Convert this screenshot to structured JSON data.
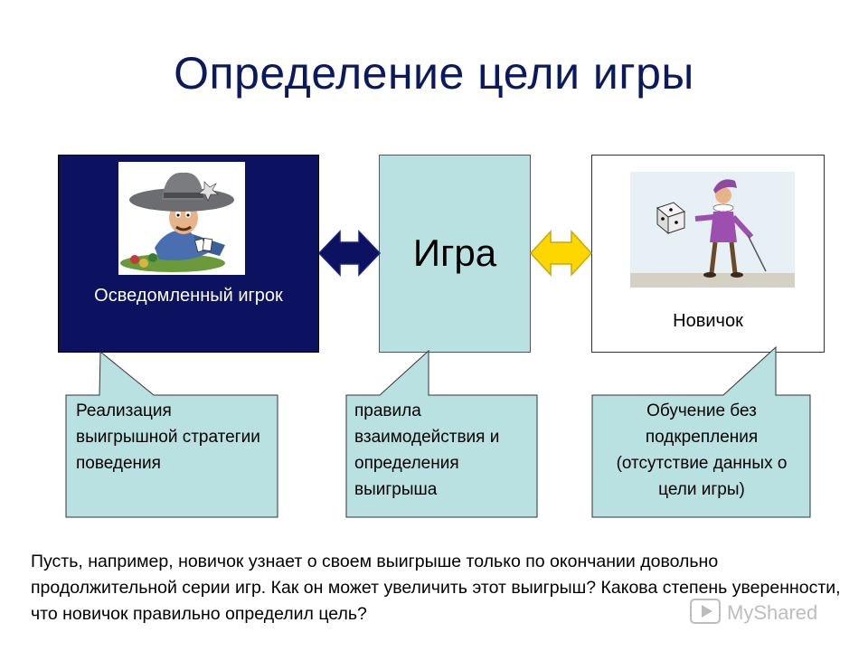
{
  "slide": {
    "title": "Определение цели игры"
  },
  "boxes": {
    "informed_player": "Осведомленный игрок",
    "game": "Игра",
    "novice": "Новичок"
  },
  "callouts": {
    "left": "Реализация выигрышной стратегии поведения",
    "middle": "правила взаимодействия и определения выигрыша",
    "right": "Обучение без подкрепления (отсутствие данных о цели игры)"
  },
  "footer": {
    "text": "Пусть, например, новичок узнает о своем выигрыше только по окончании довольно продолжительной серии игр. Как он может увеличить этот выигрыш? Какова степень уверенности, что новичок правильно определил цель?"
  },
  "colors": {
    "title": "#0b1a5e",
    "informed_box": "#0c1160",
    "game_box": "#b9e1e1",
    "left_arrow": "#0c1160",
    "right_arrow": "#ffd700",
    "callout_fill": "#b9e1e1"
  },
  "watermark": "MyShared"
}
